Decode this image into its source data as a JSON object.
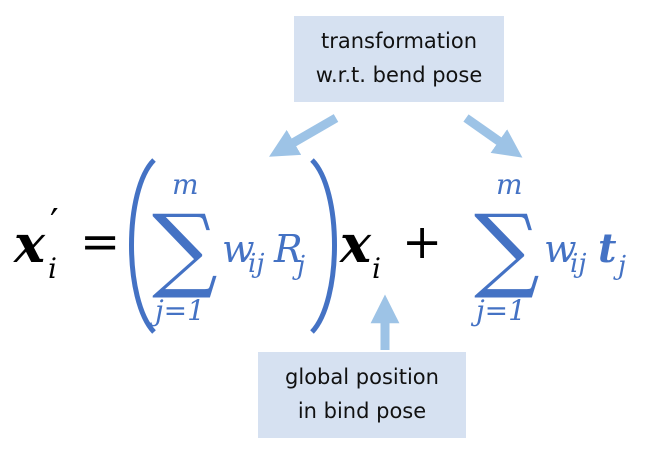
{
  "annotations": {
    "top": {
      "line1": "transformation",
      "line2": "w.r.t. bend pose"
    },
    "bottom": {
      "line1": "global position",
      "line2": "in bind pose"
    }
  },
  "equation": {
    "lhs_var": "x",
    "lhs_prime": "′",
    "lhs_sub": "i",
    "equals": "=",
    "sum_symbol": "∑",
    "sum_upper": "m",
    "sum_lower": "j=1",
    "weight": "w",
    "weight_sub": "ij",
    "rotation": "R",
    "rotation_sub": "j",
    "point_var": "x",
    "point_sub": "i",
    "plus": "+",
    "translation": "t",
    "translation_sub": "j",
    "paren_open": "(",
    "paren_close": ")"
  },
  "colors": {
    "equation_black": "#000000",
    "equation_blue": "#4472c4",
    "box_fill": "#d6e1f1",
    "arrow": "#9dc3e6"
  }
}
